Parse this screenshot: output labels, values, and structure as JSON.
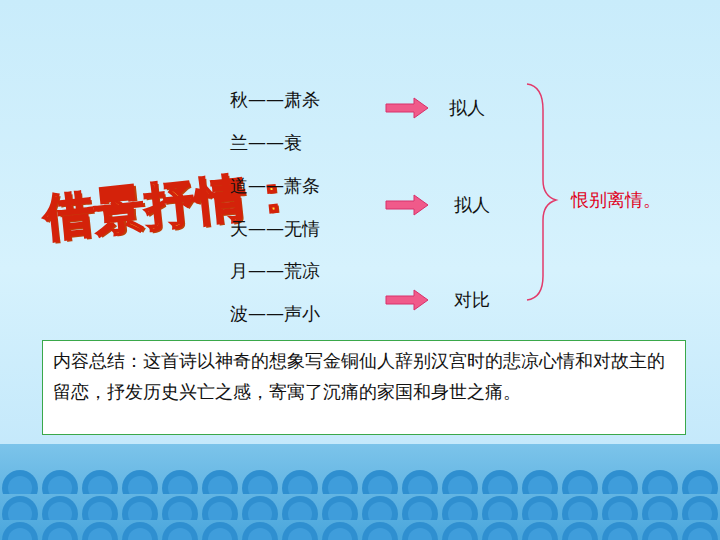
{
  "diagram": {
    "title": "借景抒情：",
    "nodes": [
      {
        "text": [
          "内容总结：这首诗以神奇的想象写金铜仙人辞别汉宫时的悲凉心情和对故主的留恋，抒发历史兴亡之感，寄寓了沉痛的家国和身世之痛。"
        ]
      }
    ],
    "labels": [
      "秋——肃杀",
      "兰——衰",
      "道——萧条",
      "天——无情",
      "月——荒凉",
      "波——声小",
      "拟人",
      "拟人",
      "对比",
      "恨别离情。"
    ]
  }
}
